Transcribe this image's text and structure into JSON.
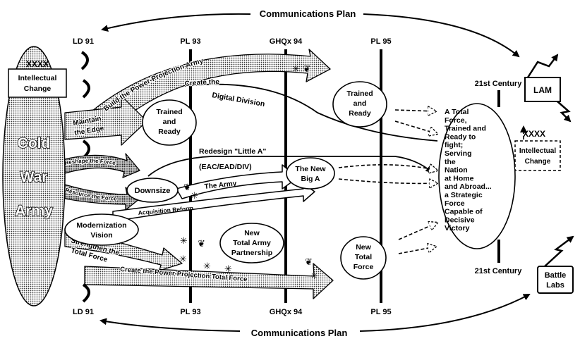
{
  "communications_plan": {
    "top": "Communications Plan",
    "bottom": "Communications Plan"
  },
  "cold_war_army": {
    "line1": "Cold",
    "line2": "War",
    "line3": "Army"
  },
  "phase_lines": {
    "ld91_top": "LD 91",
    "ld91_bottom": "LD 91",
    "pl93_top": "PL 93",
    "pl93_bottom": "PL 93",
    "ghq94_top": "GHQx 94",
    "ghq94_bottom": "GHQx 94",
    "pl95_top": "PL 95",
    "pl95_bottom": "PL 95",
    "c21_top": "21st Century",
    "c21_bottom": "21st Century"
  },
  "intellectual_change_left": {
    "code": "XXXX",
    "line1": "Intellectual",
    "line2": "Change"
  },
  "intellectual_change_right": {
    "code": "XXXX",
    "line1": "Intellectual",
    "line2": "Change"
  },
  "arrows": {
    "build": "Build the Power-Projection Army",
    "maintain1": "Maintain",
    "maintain2": "the Edge",
    "digital1": "Create the",
    "digital2": "Digital Division",
    "reshape": "Reshape the Force",
    "resource": "Resource the Force",
    "strengthen1": "Strengthen the",
    "strengthen2": "Total Force",
    "create_ppt": "Create the Power-Projection Total Force",
    "army": "The Army",
    "acquisition": "Acquisition Reform",
    "little_a1": "Redesign \"Little A\"",
    "little_a2": "(EAC/EAD/DIV)"
  },
  "ovals": {
    "tr1_l1": "Trained",
    "tr1_l2": "and",
    "tr1_l3": "Ready",
    "tr2_l1": "Trained",
    "tr2_l2": "and",
    "tr2_l3": "Ready",
    "downsize": "Downsize",
    "mod1": "Modernization",
    "mod2": "Vision",
    "newbiga1": "The New",
    "newbiga2": "Big A",
    "ntap1": "New",
    "ntap2": "Total Army",
    "ntap3": "Partnership",
    "ntf1": "New",
    "ntf2": "Total",
    "ntf3": "Force"
  },
  "vision": [
    "A Total",
    "Force,",
    "Trained and",
    "Ready to",
    "fight;",
    "Serving",
    "the",
    "Nation",
    "at Home",
    "and Abroad...",
    "a Strategic",
    "Force",
    "Capable of",
    "Decisive",
    "Victory"
  ],
  "lam": "LAM",
  "battle_labs": {
    "line1": "Battle",
    "line2": "Labs"
  }
}
